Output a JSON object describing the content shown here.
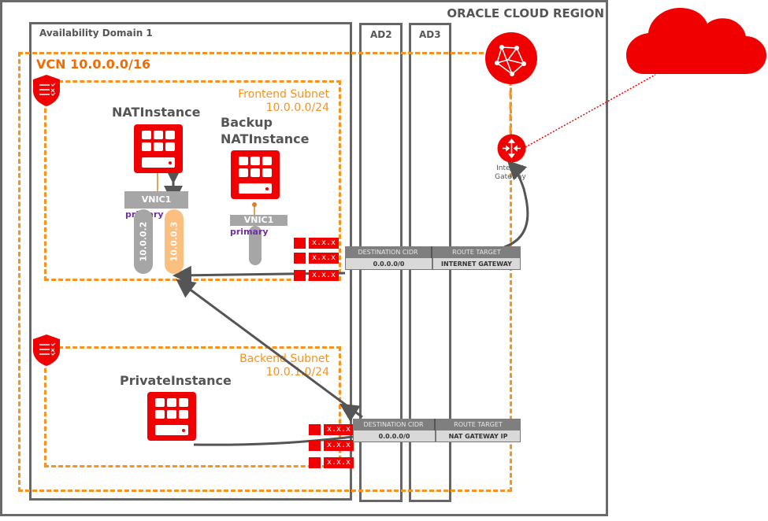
{
  "region": {
    "title": "ORACLE CLOUD REGION"
  },
  "availability_domains": [
    {
      "label": "Availability  Domain 1"
    },
    {
      "label": "AD2"
    },
    {
      "label": "AD3"
    }
  ],
  "vcn": {
    "label": "VCN 10.0.0.0/16"
  },
  "frontend_subnet": {
    "name": "Frontend Subnet",
    "cidr": "10.0.0.0/24",
    "instances": [
      {
        "title": "NATInstance",
        "vnic": "VNIC1",
        "vnic_role": "primary",
        "ips": [
          "10.0.0.2",
          "10.0.0.3"
        ]
      },
      {
        "title_line1": "Backup",
        "title_line2": "NATInstance",
        "vnic": "VNIC1",
        "vnic_role": "primary"
      }
    ],
    "security_rules": [
      "x.x.x",
      "x.x.x",
      "x.x.x"
    ],
    "route_table": {
      "headers": [
        "DESTINATION CIDR",
        "ROUTE TARGET"
      ],
      "rows": [
        [
          "0.0.0.0/0",
          "INTERNET GATEWAY"
        ]
      ]
    }
  },
  "backend_subnet": {
    "name": "Backend Subnet",
    "cidr": "10.0.1.0/24",
    "instances": [
      {
        "title": "PrivateInstance"
      }
    ],
    "security_rules": [
      "x.x.x",
      "x.x.x",
      "x.x.x"
    ],
    "route_table": {
      "headers": [
        "DESTINATION CIDR",
        "ROUTE TARGET"
      ],
      "rows": [
        [
          "0.0.0.0/0",
          "NAT GATEWAY IP"
        ]
      ]
    }
  },
  "internet_gateway": {
    "label_line1": "Internet",
    "label_line2": "Gateway"
  },
  "icons": {
    "vcn_router": "network-mesh-icon",
    "internet_gateway": "router-arrows-icon",
    "internet": "cloud-icon",
    "security_list": "shield-checklist-icon",
    "instance": "server-icon"
  },
  "colors": {
    "oracle_red": "#f00000",
    "vcn_orange": "#f7931e",
    "border_gray": "#666666",
    "vnic_gray": "#a6a6a6",
    "primary_purple": "#7030a0",
    "secondary_ip_orange": "#fbbf80"
  }
}
